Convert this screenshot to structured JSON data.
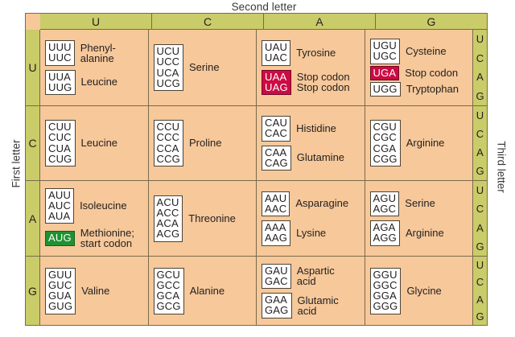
{
  "captions": {
    "second_letter": "Second letter",
    "first_letter": "First letter",
    "third_letter": "Third letter"
  },
  "colors": {
    "header_green": "#c9cc68",
    "cell_orange": "#f6c89a",
    "stop_red": "#cc0b43",
    "start_green": "#1f9131",
    "border_brown": "#7a6a4a",
    "box_border": "#4a4336",
    "text": "#231f20",
    "page_background": "#ffffff"
  },
  "column_headers": [
    "U",
    "C",
    "A",
    "G"
  ],
  "first_letters": [
    "U",
    "C",
    "A",
    "G"
  ],
  "third_letters": [
    "U",
    "C",
    "A",
    "G"
  ],
  "rows": [
    {
      "first_letter": "U",
      "cells": [
        {
          "groups": [
            {
              "codons": [
                "UUU",
                "UUC"
              ],
              "label": "Phenyl-\nalanine",
              "style": "normal"
            },
            {
              "codons": [
                "UUA",
                "UUG"
              ],
              "label": "Leucine",
              "style": "normal"
            }
          ]
        },
        {
          "groups": [
            {
              "codons": [
                "UCU",
                "UCC",
                "UCA",
                "UCG"
              ],
              "label": "Serine",
              "style": "normal"
            }
          ]
        },
        {
          "groups": [
            {
              "codons": [
                "UAU",
                "UAC"
              ],
              "label": "Tyrosine",
              "style": "normal"
            },
            {
              "codons": [
                "UAA",
                "UAG"
              ],
              "label": "Stop codon\nStop codon",
              "style": "stop"
            }
          ]
        },
        {
          "groups": [
            {
              "codons": [
                "UGU",
                "UGC"
              ],
              "label": "Cysteine",
              "style": "normal"
            },
            {
              "codons": [
                "UGA"
              ],
              "label": "Stop codon",
              "style": "stop"
            },
            {
              "codons": [
                "UGG"
              ],
              "label": "Tryptophan",
              "style": "normal"
            }
          ]
        }
      ]
    },
    {
      "first_letter": "C",
      "cells": [
        {
          "groups": [
            {
              "codons": [
                "CUU",
                "CUC",
                "CUA",
                "CUG"
              ],
              "label": "Leucine",
              "style": "normal"
            }
          ]
        },
        {
          "groups": [
            {
              "codons": [
                "CCU",
                "CCC",
                "CCA",
                "CCG"
              ],
              "label": "Proline",
              "style": "normal"
            }
          ]
        },
        {
          "groups": [
            {
              "codons": [
                "CAU",
                "CAC"
              ],
              "label": "Histidine",
              "style": "normal"
            },
            {
              "codons": [
                "CAA",
                "CAG"
              ],
              "label": "Glutamine",
              "style": "normal"
            }
          ]
        },
        {
          "groups": [
            {
              "codons": [
                "CGU",
                "CGC",
                "CGA",
                "CGG"
              ],
              "label": "Arginine",
              "style": "normal"
            }
          ]
        }
      ]
    },
    {
      "first_letter": "A",
      "cells": [
        {
          "groups": [
            {
              "codons": [
                "AUU",
                "AUC",
                "AUA"
              ],
              "label": "Isoleucine",
              "style": "normal"
            },
            {
              "codons": [
                "AUG"
              ],
              "label": "Methionine;\nstart codon",
              "style": "start"
            }
          ]
        },
        {
          "groups": [
            {
              "codons": [
                "ACU",
                "ACC",
                "ACA",
                "ACG"
              ],
              "label": "Threonine",
              "style": "normal"
            }
          ]
        },
        {
          "groups": [
            {
              "codons": [
                "AAU",
                "AAC"
              ],
              "label": "Asparagine",
              "style": "normal"
            },
            {
              "codons": [
                "AAA",
                "AAG"
              ],
              "label": "Lysine",
              "style": "normal"
            }
          ]
        },
        {
          "groups": [
            {
              "codons": [
                "AGU",
                "AGC"
              ],
              "label": "Serine",
              "style": "normal"
            },
            {
              "codons": [
                "AGA",
                "AGG"
              ],
              "label": "Arginine",
              "style": "normal"
            }
          ]
        }
      ]
    },
    {
      "first_letter": "G",
      "cells": [
        {
          "groups": [
            {
              "codons": [
                "GUU",
                "GUC",
                "GUA",
                "GUG"
              ],
              "label": "Valine",
              "style": "normal"
            }
          ]
        },
        {
          "groups": [
            {
              "codons": [
                "GCU",
                "GCC",
                "GCA",
                "GCG"
              ],
              "label": "Alanine",
              "style": "normal"
            }
          ]
        },
        {
          "groups": [
            {
              "codons": [
                "GAU",
                "GAC"
              ],
              "label": "Aspartic\nacid",
              "style": "normal"
            },
            {
              "codons": [
                "GAA",
                "GAG"
              ],
              "label": "Glutamic\nacid",
              "style": "normal"
            }
          ]
        },
        {
          "groups": [
            {
              "codons": [
                "GGU",
                "GGC",
                "GGA",
                "GGG"
              ],
              "label": "Glycine",
              "style": "normal"
            }
          ]
        }
      ]
    }
  ]
}
